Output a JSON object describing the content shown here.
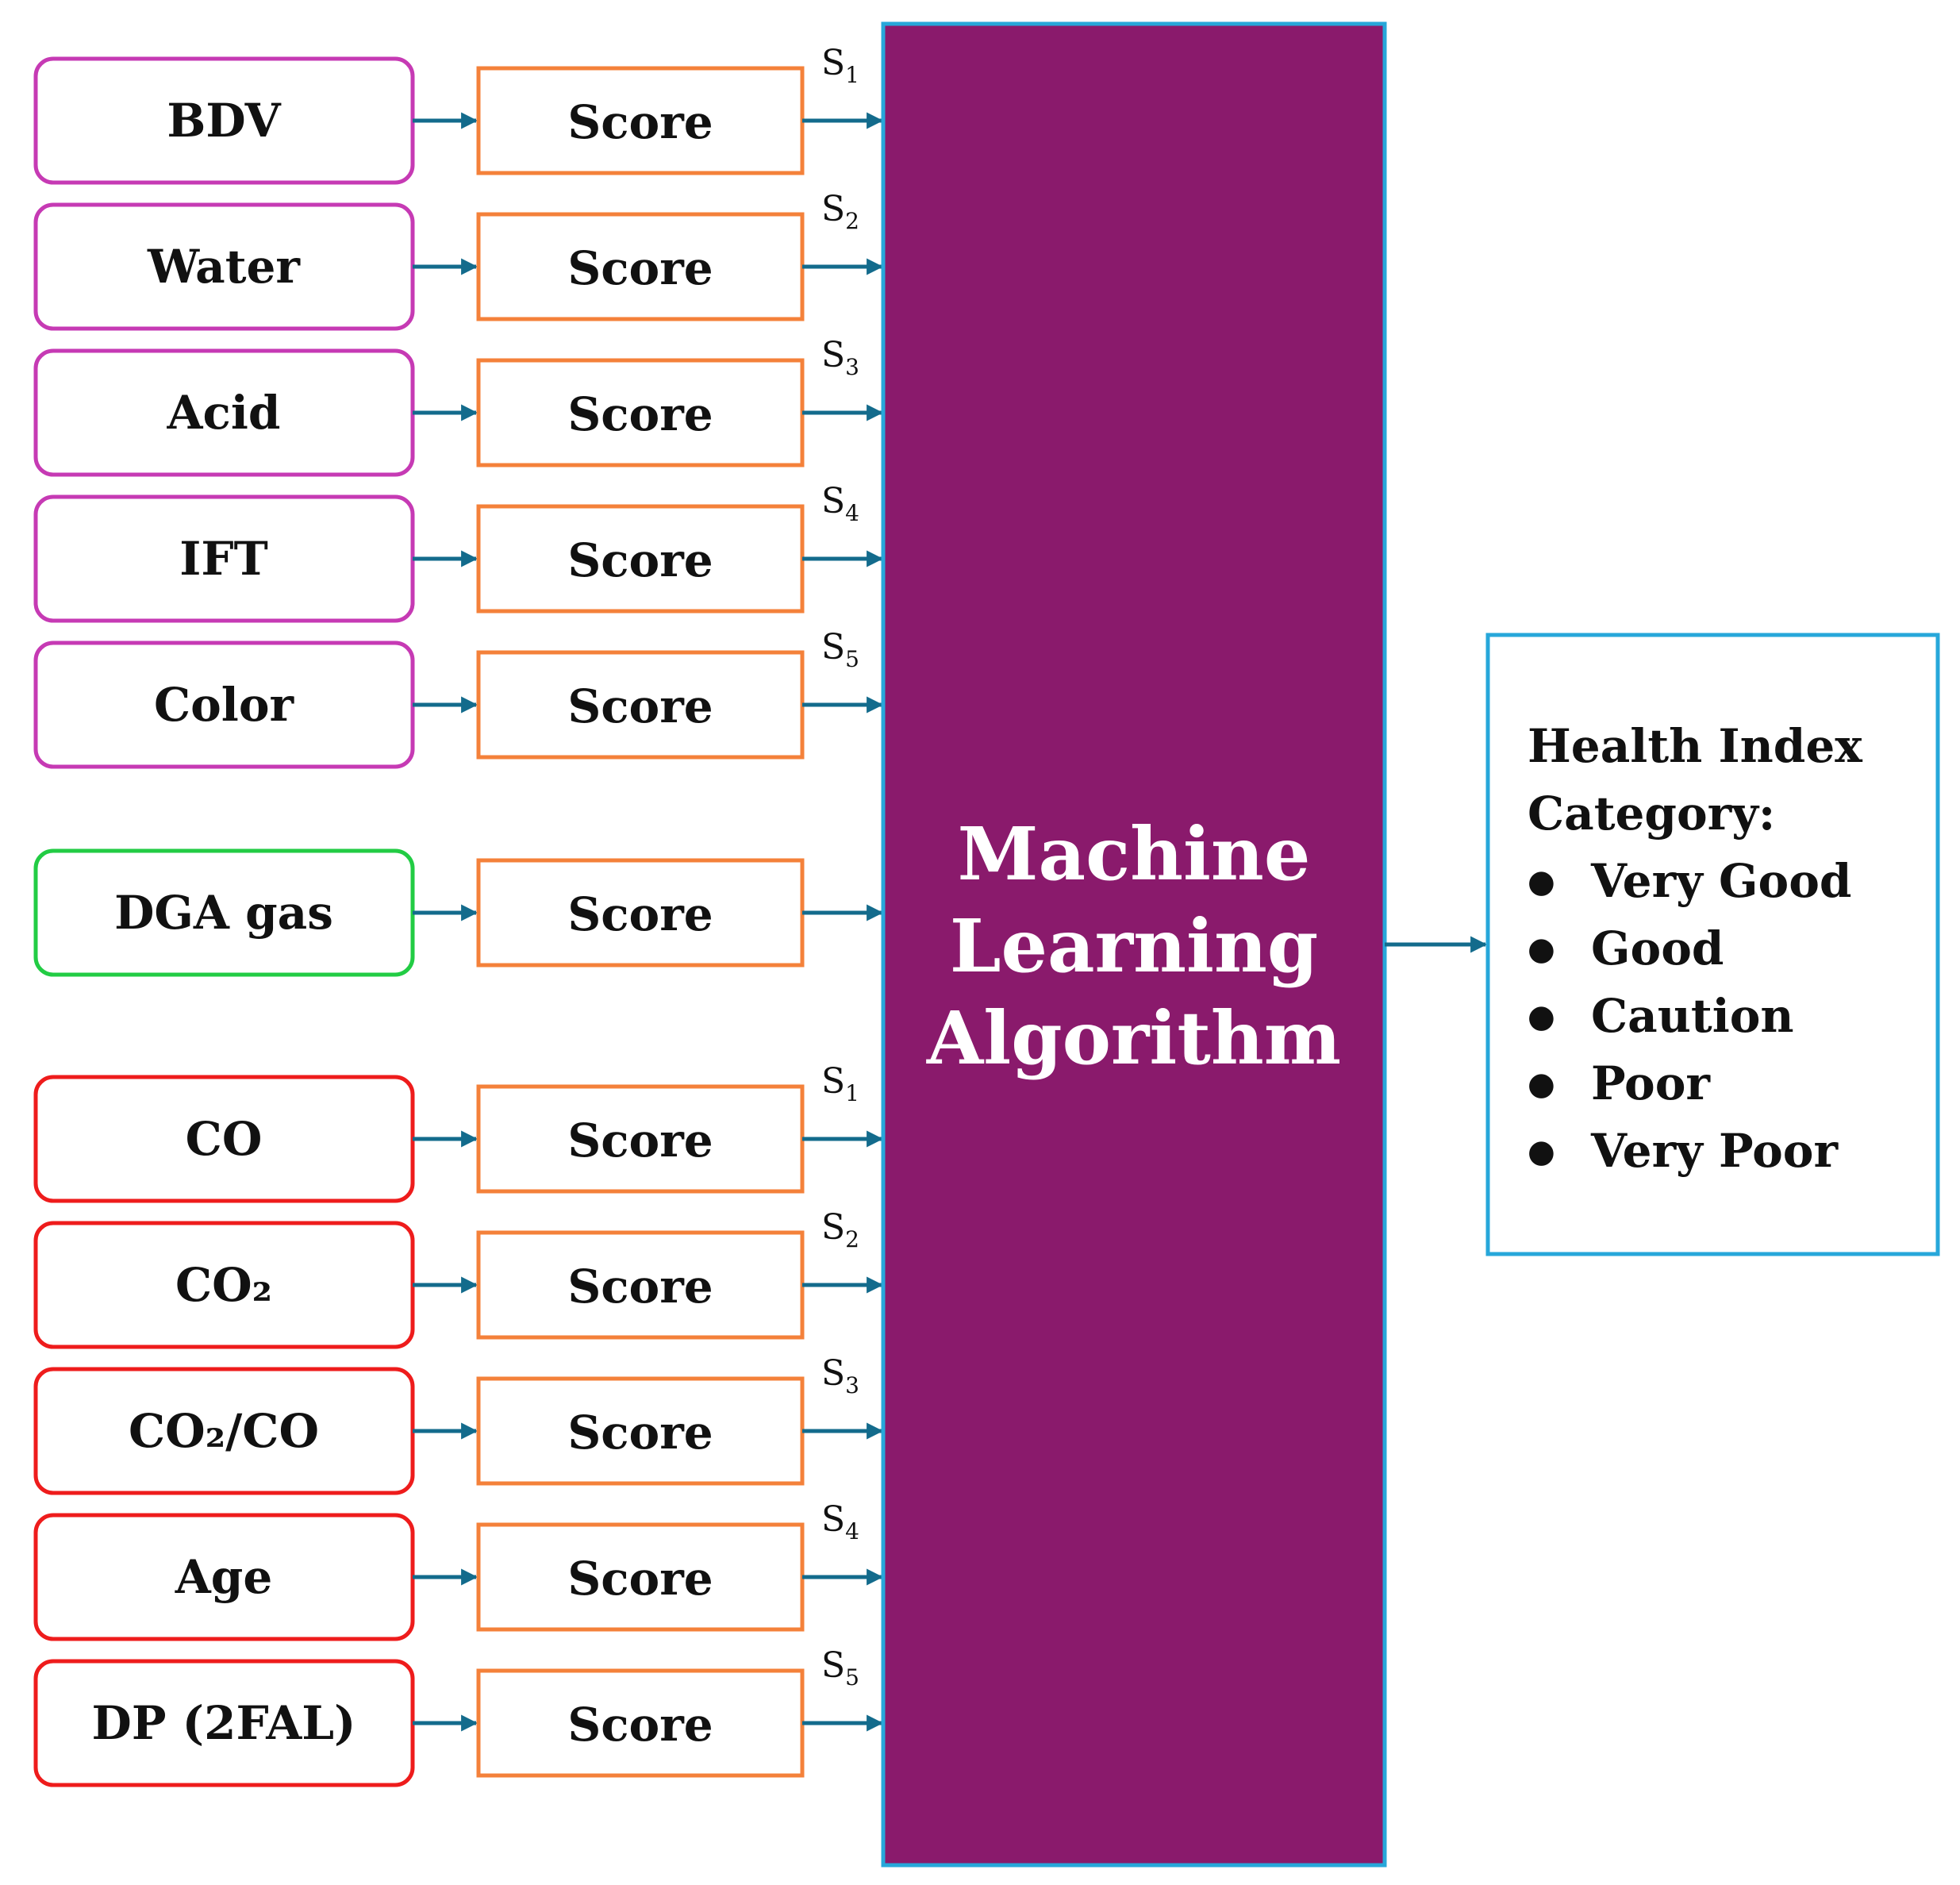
{
  "colors": {
    "physical_border": "#c63ab4",
    "dga_border": "#22cc44",
    "aging_border": "#ee1c1c",
    "score_border": "#f4813a",
    "arrow": "#136b8c",
    "ml_fill": "#8a1a6c",
    "ml_border": "#27a7da",
    "output_border": "#27a7da"
  },
  "input_groups": [
    {
      "group": "physical",
      "items": [
        {
          "label": "BDV",
          "score": "Score",
          "s_main": "S",
          "s_sub": "1"
        },
        {
          "label": "Water",
          "score": "Score",
          "s_main": "S",
          "s_sub": "2"
        },
        {
          "label": "Acid",
          "score": "Score",
          "s_main": "S",
          "s_sub": "3"
        },
        {
          "label": "IFT",
          "score": "Score",
          "s_main": "S",
          "s_sub": "4"
        },
        {
          "label": "Color",
          "score": "Score",
          "s_main": "S",
          "s_sub": "5"
        }
      ]
    },
    {
      "group": "dga",
      "items": [
        {
          "label": "DGA gas",
          "score": "Score",
          "s_main": "",
          "s_sub": ""
        }
      ]
    },
    {
      "group": "aging",
      "items": [
        {
          "label": "CO",
          "score": "Score",
          "s_main": "S",
          "s_sub": "1"
        },
        {
          "label": "CO₂",
          "score": "Score",
          "s_main": "S",
          "s_sub": "2"
        },
        {
          "label": "CO₂/CO",
          "score": "Score",
          "s_main": "S",
          "s_sub": "3"
        },
        {
          "label": "Age",
          "score": "Score",
          "s_main": "S",
          "s_sub": "4"
        },
        {
          "label": "DP (2FAL)",
          "score": "Score",
          "s_main": "S",
          "s_sub": "5"
        }
      ]
    }
  ],
  "ml_block": {
    "lines": [
      "Machine",
      "Learning",
      "Algorithm"
    ]
  },
  "output": {
    "title_lines": [
      "Health Index",
      "Category:"
    ],
    "bullet": "●",
    "categories": [
      "Very Good",
      "Good",
      "Caution",
      "Poor",
      "Very Poor"
    ]
  }
}
